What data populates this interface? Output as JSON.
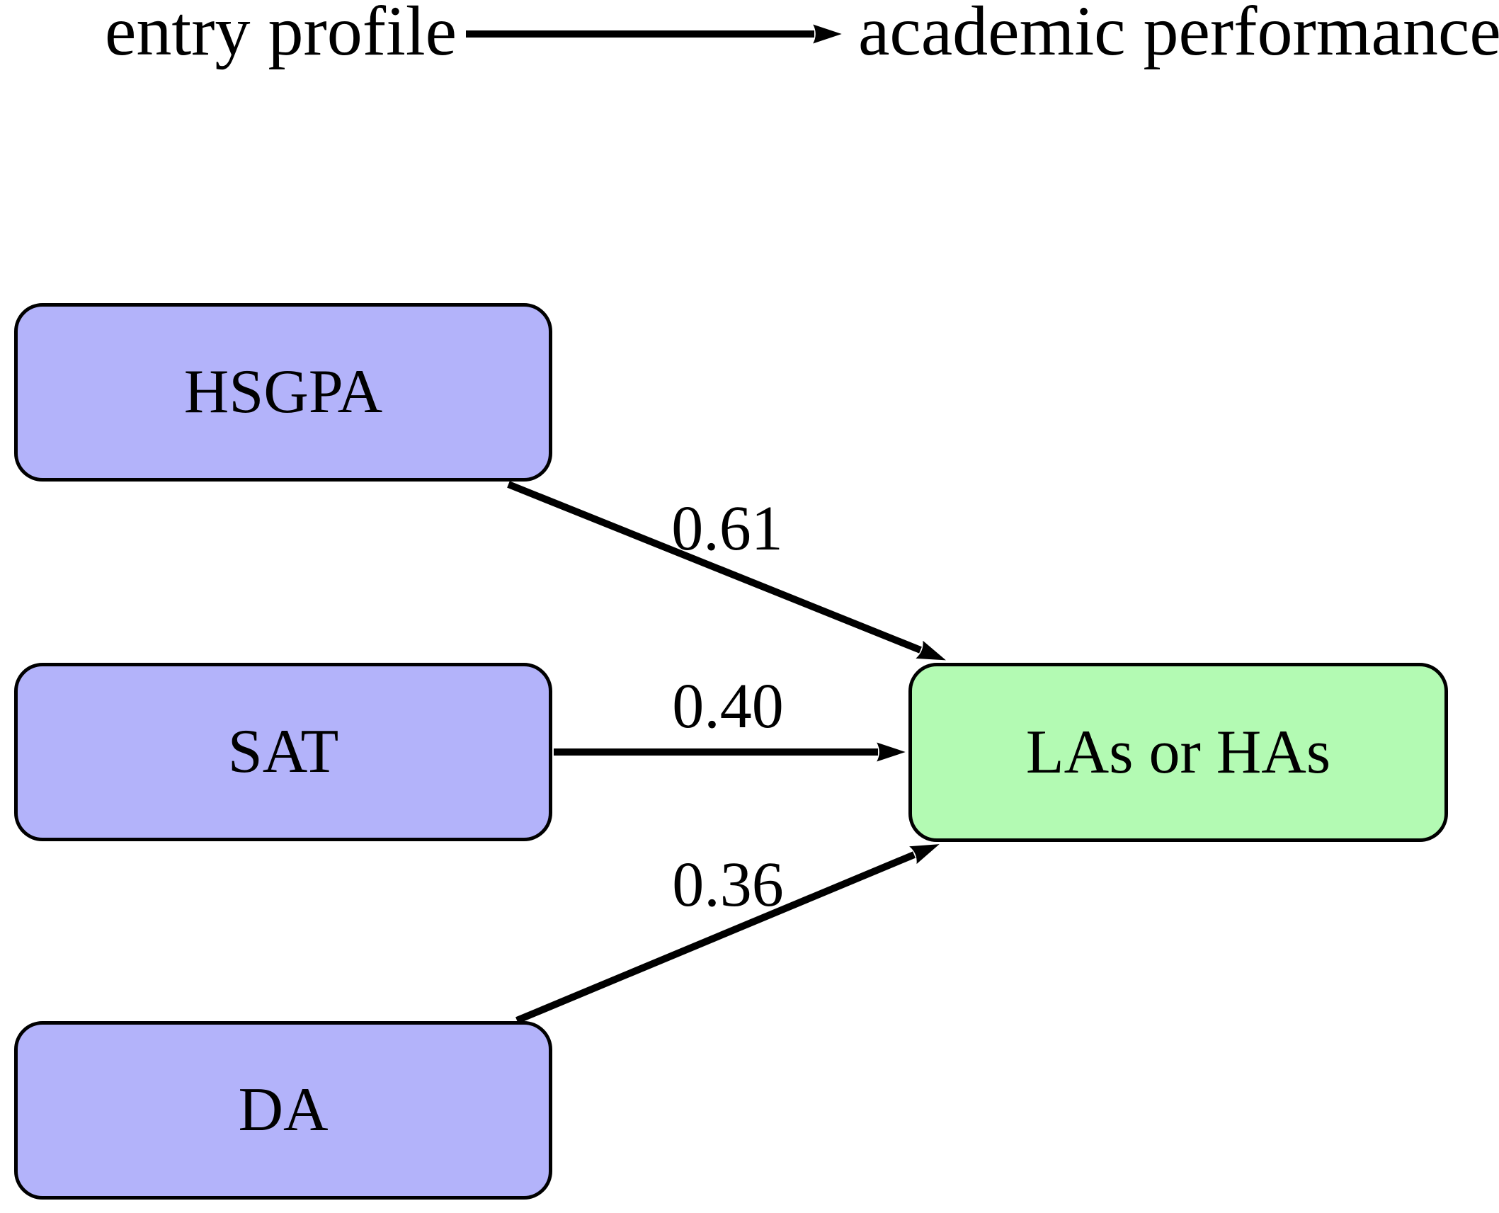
{
  "header": {
    "left_label": "entry profile",
    "right_label": "academic performance"
  },
  "nodes": {
    "hsgpa": {
      "label": "HSGPA",
      "type": "entry-profile"
    },
    "sat": {
      "label": "SAT",
      "type": "entry-profile"
    },
    "da": {
      "label": "DA",
      "type": "entry-profile"
    },
    "outcome": {
      "label": "LAs or HAs",
      "type": "academic-performance"
    }
  },
  "edges": [
    {
      "from": "HSGPA",
      "to": "LAs or HAs",
      "weight": "0.61"
    },
    {
      "from": "SAT",
      "to": "LAs or HAs",
      "weight": "0.40"
    },
    {
      "from": "DA",
      "to": "LAs or HAs",
      "weight": "0.36"
    }
  ],
  "colors": {
    "entry_node_fill": "#b3b3fa",
    "outcome_node_fill": "#b3fab3",
    "stroke": "#000000",
    "background": "#ffffff"
  }
}
